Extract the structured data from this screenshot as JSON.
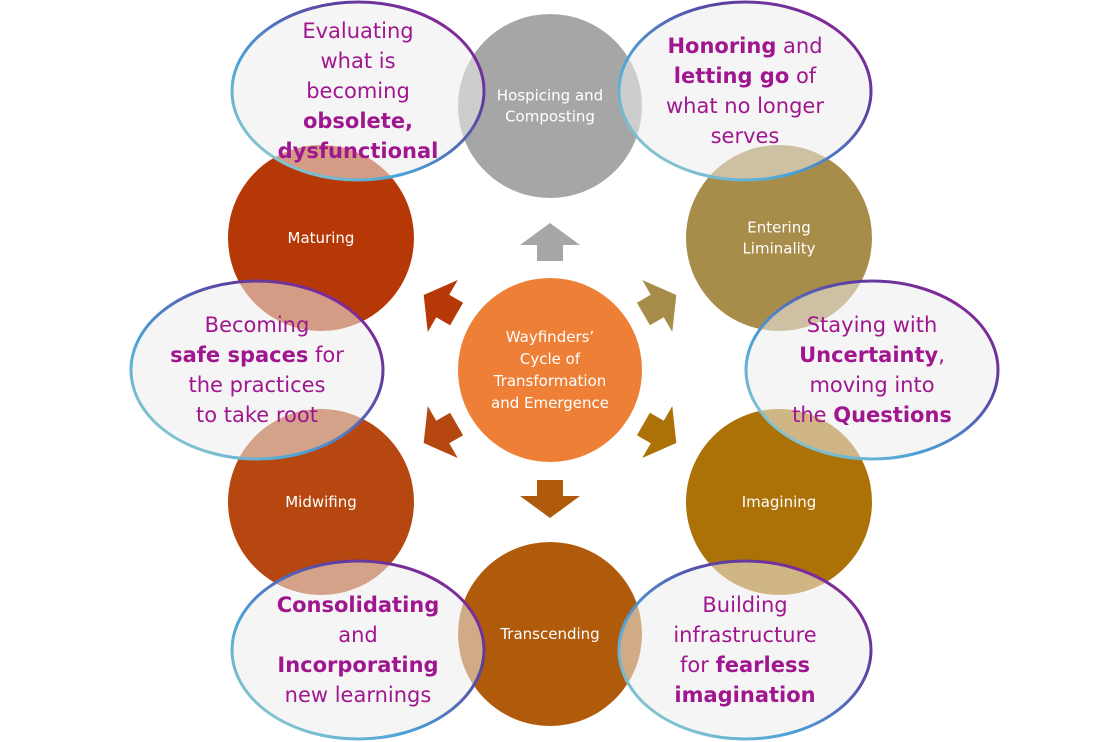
{
  "center": {
    "lines": [
      "Wayfinders’",
      "Cycle of",
      "Transformation",
      "and Emergence"
    ],
    "color": "#ee7f36"
  },
  "stages": [
    {
      "id": "hospicing",
      "lines": [
        "Hospicing and",
        "Composting"
      ],
      "color": "#a6a6a6"
    },
    {
      "id": "entering-liminality",
      "lines": [
        "Entering",
        "Liminality"
      ],
      "color": "#a88c4a"
    },
    {
      "id": "imagining",
      "lines": [
        "Imagining"
      ],
      "color": "#ad7207"
    },
    {
      "id": "transcending",
      "lines": [
        "Transcending"
      ],
      "color": "#b05a0b"
    },
    {
      "id": "midwifing",
      "lines": [
        "Midwifing"
      ],
      "color": "#b74710"
    },
    {
      "id": "maturing",
      "lines": [
        "Maturing"
      ],
      "color": "#b73807"
    }
  ],
  "ovals": [
    {
      "id": "evaluating",
      "lines": [
        [
          {
            "t": "Evaluating",
            "b": false
          }
        ],
        [
          {
            "t": "what is",
            "b": false
          }
        ],
        [
          {
            "t": "becoming",
            "b": false
          }
        ],
        [
          {
            "t": "obsolete,",
            "b": true
          }
        ],
        [
          {
            "t": "dysfunctional",
            "b": true
          }
        ]
      ]
    },
    {
      "id": "honoring",
      "lines": [
        [
          {
            "t": "Honoring",
            "b": true
          },
          {
            "t": " and",
            "b": false
          }
        ],
        [
          {
            "t": "letting go",
            "b": true
          },
          {
            "t": " of",
            "b": false
          }
        ],
        [
          {
            "t": "what no longer",
            "b": false
          }
        ],
        [
          {
            "t": "serves",
            "b": false
          }
        ]
      ]
    },
    {
      "id": "staying",
      "lines": [
        [
          {
            "t": "Staying with",
            "b": false
          }
        ],
        [
          {
            "t": "Uncertainty",
            "b": true
          },
          {
            "t": ",",
            "b": false
          }
        ],
        [
          {
            "t": "moving into",
            "b": false
          }
        ],
        [
          {
            "t": "the ",
            "b": false
          },
          {
            "t": "Questions",
            "b": true
          }
        ]
      ]
    },
    {
      "id": "building",
      "lines": [
        [
          {
            "t": "Building",
            "b": false
          }
        ],
        [
          {
            "t": "infrastructure",
            "b": false
          }
        ],
        [
          {
            "t": "for ",
            "b": false
          },
          {
            "t": "fearless",
            "b": true
          }
        ],
        [
          {
            "t": "imagination",
            "b": true
          }
        ]
      ]
    },
    {
      "id": "consolidating",
      "lines": [
        [
          {
            "t": "Consolidating",
            "b": true
          }
        ],
        [
          {
            "t": "and",
            "b": false
          }
        ],
        [
          {
            "t": "Incorporating",
            "b": true
          }
        ],
        [
          {
            "t": "new learnings",
            "b": false
          }
        ]
      ]
    },
    {
      "id": "safe-spaces",
      "lines": [
        [
          {
            "t": "Becoming",
            "b": false
          }
        ],
        [
          {
            "t": "safe spaces",
            "b": true
          },
          {
            "t": " for",
            "b": false
          }
        ],
        [
          {
            "t": "the practices",
            "b": false
          }
        ],
        [
          {
            "t": "to take root",
            "b": false
          }
        ]
      ]
    }
  ],
  "arrows": [
    {
      "id": "up",
      "color": "#a6a6a6"
    },
    {
      "id": "up-right",
      "color": "#a88c4a"
    },
    {
      "id": "down-right",
      "color": "#ad7207"
    },
    {
      "id": "down",
      "color": "#b05a0b"
    },
    {
      "id": "down-left",
      "color": "#b74710"
    },
    {
      "id": "up-left",
      "color": "#b73807"
    }
  ],
  "oval_text_color": "#a0168f"
}
